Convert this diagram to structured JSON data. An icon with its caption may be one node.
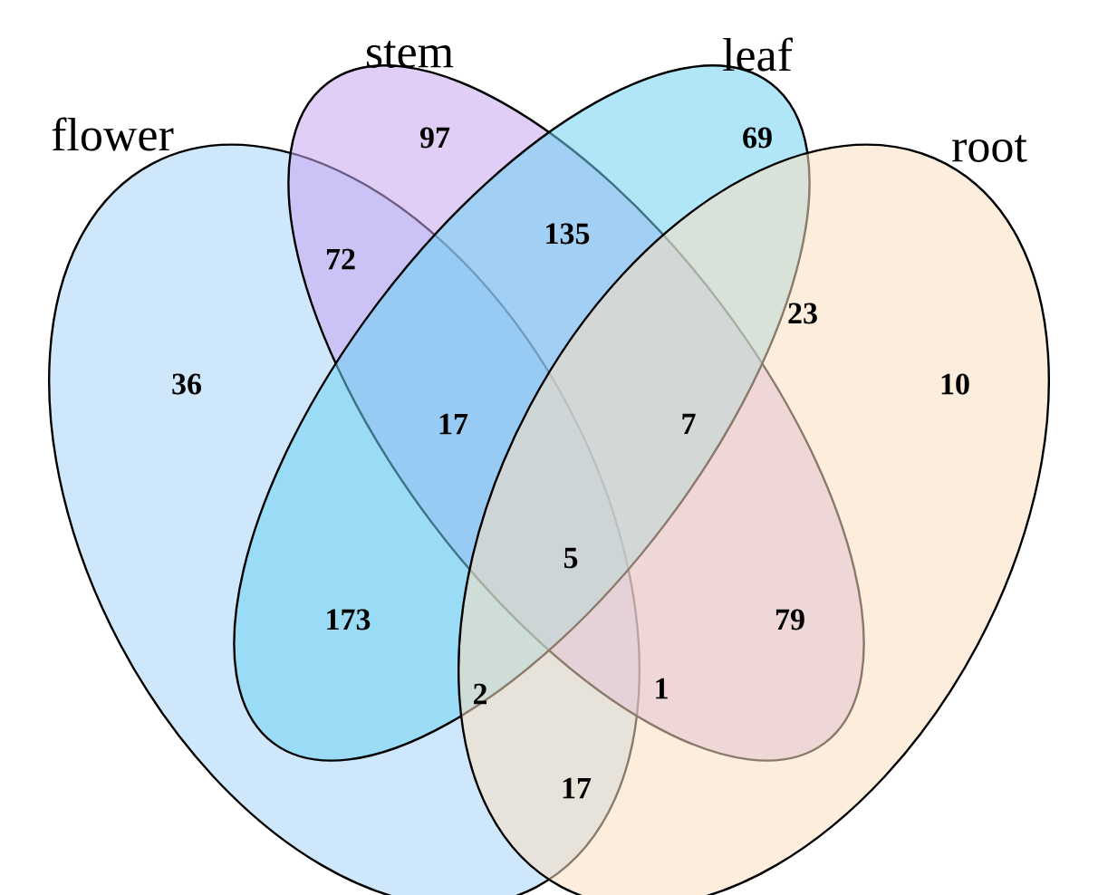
{
  "diagram": {
    "nodes": [
      {
        "text": [
          "flower"
        ]
      },
      {
        "text": [
          "stem"
        ]
      },
      {
        "text": [
          "leaf"
        ]
      },
      {
        "text": [
          "root"
        ]
      }
    ],
    "labels": [
      "97",
      "69",
      "72",
      "135",
      "23",
      "36",
      "17",
      "7",
      "10",
      "5",
      "173",
      "79",
      "2",
      "1",
      "17"
    ]
  }
}
